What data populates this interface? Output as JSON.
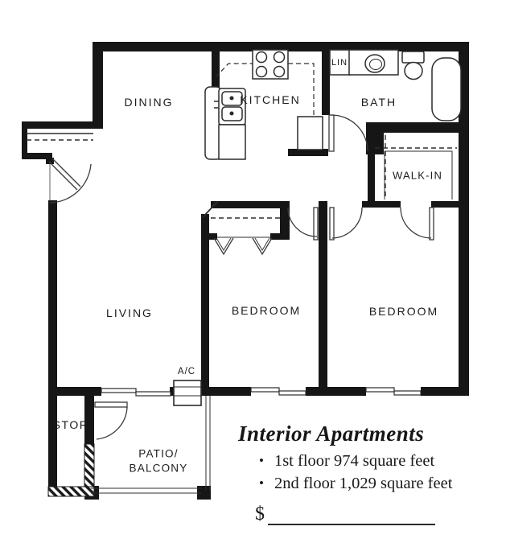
{
  "rooms": {
    "dining": "DINING",
    "kitchen": "KITCHEN",
    "bath": "BATH",
    "linen_closet": "LIN",
    "walk_in_closet": "WALK-IN",
    "living": "LIVING",
    "bedroom_1": "BEDROOM",
    "bedroom_2": "BEDROOM",
    "storage": "STOR",
    "patio_line1": "PATIO/",
    "patio_line2": "BALCONY",
    "ac": "A/C"
  },
  "details": {
    "title": "Interior Apartments",
    "bullet_char": "•",
    "bullets": [
      {
        "label": "1st floor 974 square feet"
      },
      {
        "label": "2nd floor 1,029 square feet"
      }
    ],
    "price_prefix": "$"
  }
}
